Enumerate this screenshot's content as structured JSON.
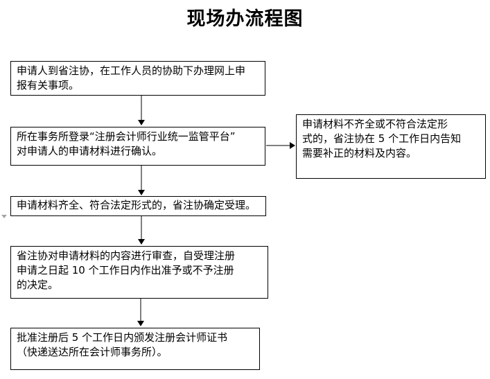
{
  "title": "现场办流程图",
  "flow": {
    "steps": [
      {
        "id": "step-1",
        "text": "申请人到省注协，在工作人员的协助下办理网上申\n报有关事项。"
      },
      {
        "id": "step-2",
        "text": "所在事务所登录“注册会计师行业统一监管平台”\n对申请人的申请材料进行确认。"
      },
      {
        "id": "step-3",
        "text": "申请材料齐全、符合法定形式的，省注协确定受理。"
      },
      {
        "id": "step-4",
        "text": "省注协对申请材料的内容进行审查，自受理注册\n申请之日起 10 个工作日内作出准予或不予注册\n的决定。"
      },
      {
        "id": "step-5",
        "text": "批准注册后 5 个工作日内颁发注册会计师证书\n（快递送达所在会计师事务所）。"
      }
    ],
    "side_note": {
      "text": "申请材料不齐全或不符合法定形\n式的，省注协在 5 个工作日内告知\n需要补正的材料及内容。"
    }
  },
  "colors": {
    "background": "#ffffff",
    "text": "#000000",
    "box_border": "#000000",
    "arrow_shaft": "#808080",
    "arrow_head": "#000000"
  }
}
